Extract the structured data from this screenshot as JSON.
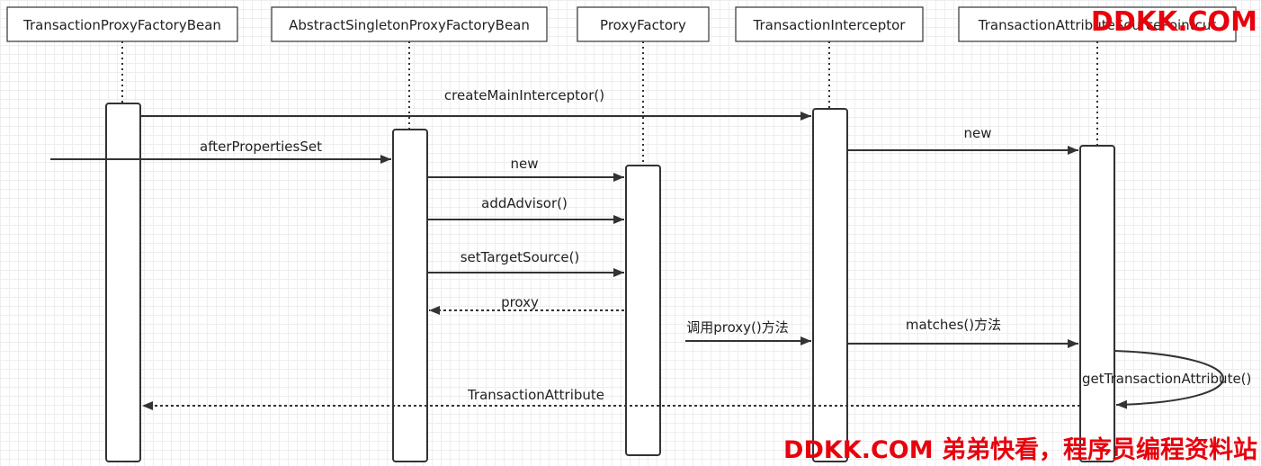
{
  "participants": [
    {
      "id": "tpfb",
      "label": "TransactionProxyFactoryBean"
    },
    {
      "id": "aspfb",
      "label": "AbstractSingletonProxyFactoryBean"
    },
    {
      "id": "pf",
      "label": "ProxyFactory"
    },
    {
      "id": "ti",
      "label": "TransactionInterceptor"
    },
    {
      "id": "tasp",
      "label": "TransactionAttributeSourcePointcut"
    }
  ],
  "messages": [
    {
      "id": "m-create",
      "label": "createMainInterceptor()",
      "style": "solid"
    },
    {
      "id": "m-after",
      "label": "afterPropertiesSet",
      "style": "solid"
    },
    {
      "id": "m-new1",
      "label": "new",
      "style": "solid"
    },
    {
      "id": "m-new2",
      "label": "new",
      "style": "solid"
    },
    {
      "id": "m-add",
      "label": "addAdvisor()",
      "style": "solid"
    },
    {
      "id": "m-target",
      "label": "setTargetSource()",
      "style": "solid"
    },
    {
      "id": "m-proxy",
      "label": "proxy",
      "style": "dashed"
    },
    {
      "id": "m-call",
      "label": "调用proxy()方法",
      "style": "solid"
    },
    {
      "id": "m-matches",
      "label": "matches()方法",
      "style": "solid"
    },
    {
      "id": "m-getattr",
      "label": "getTransactionAttribute()",
      "style": "solid"
    },
    {
      "id": "m-return",
      "label": "TransactionAttribute",
      "style": "dashed"
    }
  ],
  "watermark": {
    "top": "DDKK.COM",
    "bottom": "DDKK.COM 弟弟快看，程序员编程资料站",
    "color": "#e8000c"
  }
}
